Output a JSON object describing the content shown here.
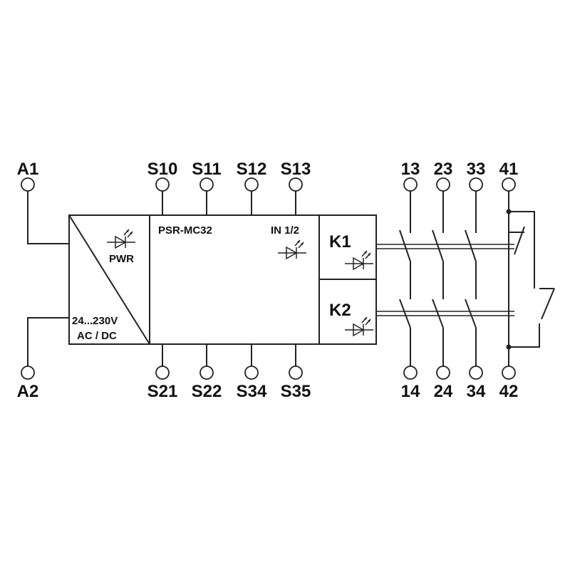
{
  "terminals": {
    "A1": "A1",
    "A2": "A2",
    "S10": "S10",
    "S11": "S11",
    "S12": "S12",
    "S13": "S13",
    "S21": "S21",
    "S22": "S22",
    "S34": "S34",
    "S35": "S35",
    "t13": "13",
    "t23": "23",
    "t33": "33",
    "t41": "41",
    "t14": "14",
    "t24": "24",
    "t34": "34",
    "t42": "42"
  },
  "module": {
    "model": "PSR-MC32",
    "input_label": "IN 1/2",
    "power_label": "PWR",
    "voltage_line1": "24...230V",
    "voltage_line2": "AC / DC",
    "relay_k1": "K1",
    "relay_k2": "K2"
  },
  "icons": [
    "led-icon",
    "led-icon",
    "led-icon",
    "led-icon"
  ]
}
